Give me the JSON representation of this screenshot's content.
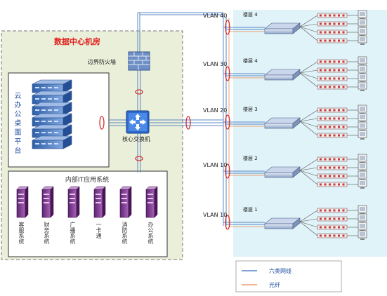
{
  "datacenter": {
    "title": "数据中心机房",
    "firewall_label": "边界防火墙",
    "core_switch_label": "核心交换机",
    "cloud_platform_label": "云办公桌面平台",
    "internal_apps": {
      "title": "内部IT应用系统",
      "servers": [
        {
          "label": "客服系统"
        },
        {
          "label": "财务系统"
        },
        {
          "label": "广播系统"
        },
        {
          "label": "一卡通"
        },
        {
          "label": "消防系统"
        },
        {
          "label": "办公系统"
        }
      ]
    }
  },
  "floors": [
    {
      "vlan": "VLAN 40",
      "label": "楼层 4"
    },
    {
      "vlan": "VLAN 30",
      "label": "楼层 4"
    },
    {
      "vlan": "VLAN 20",
      "label": "楼层 3"
    },
    {
      "vlan": "VLAN 10",
      "label": "楼层 2"
    },
    {
      "vlan": "VLAN 10",
      "label": "楼层 1"
    }
  ],
  "legend": [
    {
      "label": "六类网线",
      "color": "#5b87c5"
    },
    {
      "label": "光纤",
      "color": "#e8a070"
    }
  ],
  "colors": {
    "datacenter_bg": "#eaefd9",
    "floors_bg": "#dff3f9",
    "cable": "#5b87c5",
    "fiber": "#e8a070",
    "ring": "#d23030",
    "server": "#7d3a8c",
    "rack": "#3b6fb8",
    "title_red": "#e0201d"
  }
}
